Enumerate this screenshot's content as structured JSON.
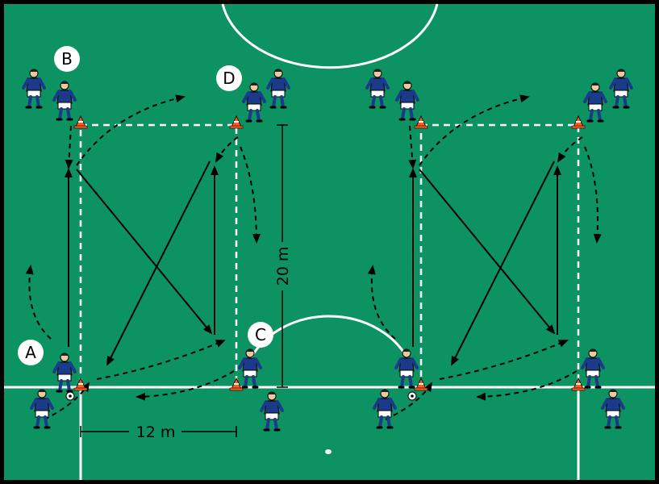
{
  "labels": {
    "a": "A",
    "b": "B",
    "c": "C",
    "d": "D"
  },
  "dimensions": {
    "width": "12 m",
    "length": "20 m"
  },
  "colors": {
    "pitch": "#0d9361",
    "line": "#ffffff",
    "player_shirt": "#1b3a8a",
    "cone": "#ff5a1f",
    "arrow": "#000000"
  }
}
